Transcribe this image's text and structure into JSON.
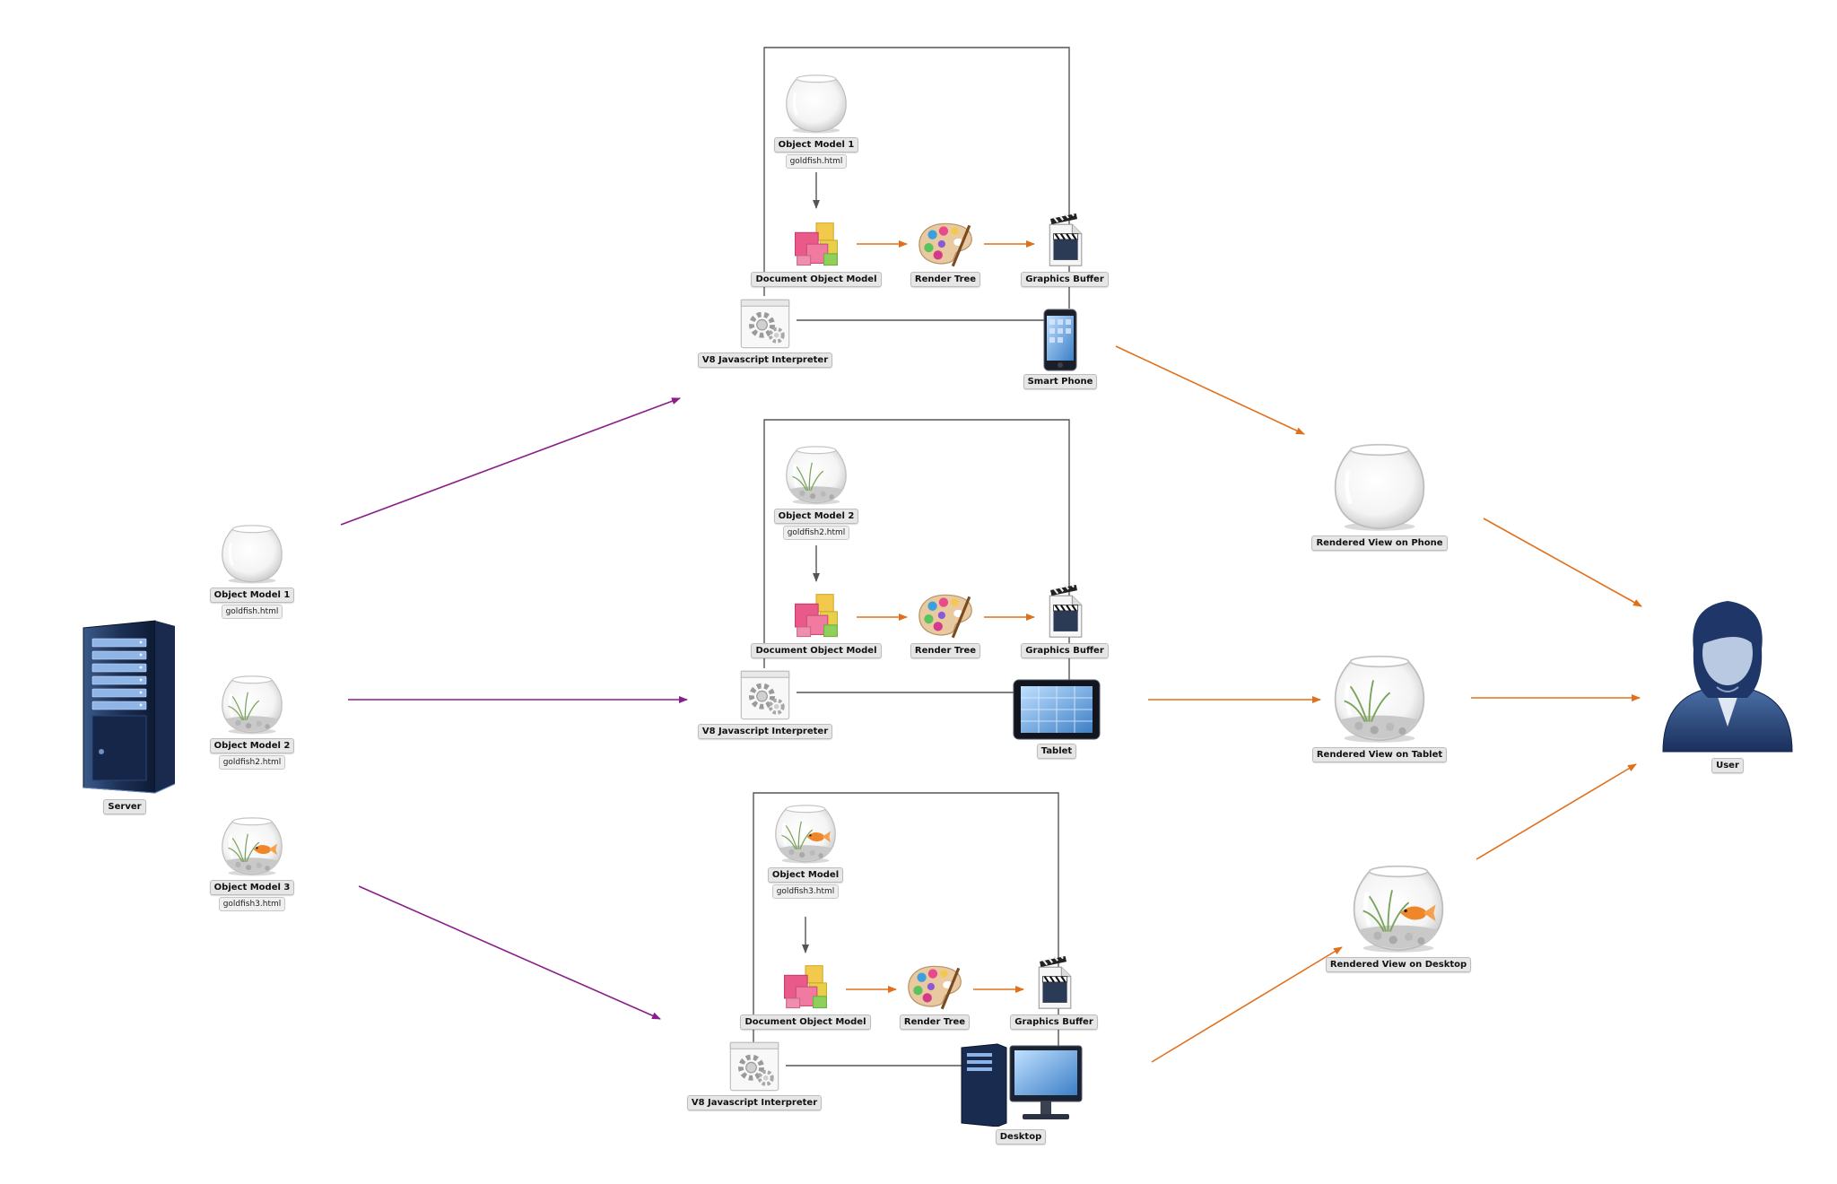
{
  "colors": {
    "purple_arrow": "#8a1e8a",
    "orange_arrow": "#e0701c",
    "frame": "#555555",
    "dark_arrow": "#555555"
  },
  "server": {
    "label": "Server",
    "icon": "server-tower-icon"
  },
  "models": [
    {
      "label": "Object Model 1",
      "file": "goldfish.html",
      "icon": "empty-fishbowl-icon"
    },
    {
      "label": "Object Model 2",
      "file": "goldfish2.html",
      "icon": "plant-fishbowl-icon"
    },
    {
      "label": "Object Model 3",
      "file": "goldfish3.html",
      "icon": "goldfish-bowl-icon"
    }
  ],
  "pipelines": [
    {
      "model_label": "Object Model 1",
      "model_file": "goldfish.html",
      "dom": "Document Object Model",
      "render": "Render Tree",
      "buffer": "Graphics Buffer",
      "interpreter": "V8 Javascript Interpreter",
      "device": "Smart Phone",
      "device_icon": "smartphone-icon"
    },
    {
      "model_label": "Object Model 2",
      "model_file": "goldfish2.html",
      "dom": "Document Object Model",
      "render": "Render Tree",
      "buffer": "Graphics Buffer",
      "interpreter": "V8 Javascript Interpreter",
      "device": "Tablet",
      "device_icon": "tablet-icon"
    },
    {
      "model_label": "Object Model",
      "model_file": "goldfish3.html",
      "dom": "Document Object Model",
      "render": "Render Tree",
      "buffer": "Graphics Buffer",
      "interpreter": "V8 Javascript Interpreter",
      "device": "Desktop",
      "device_icon": "desktop-computer-icon"
    }
  ],
  "views": [
    {
      "label": "Rendered View on Phone",
      "icon": "empty-fishbowl-icon"
    },
    {
      "label": "Rendered View on Tablet",
      "icon": "plant-fishbowl-icon"
    },
    {
      "label": "Rendered View on Desktop",
      "icon": "goldfish-bowl-icon"
    }
  ],
  "user": {
    "label": "User",
    "icon": "user-avatar-icon"
  }
}
